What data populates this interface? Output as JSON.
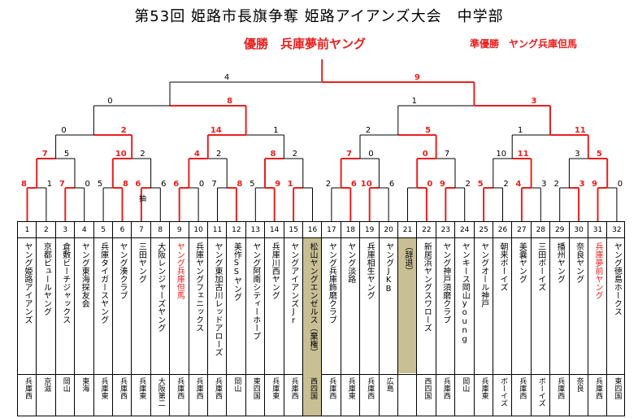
{
  "title": "第53回 姫路市長旗争奪 姫路アイアンズ大会　中学部",
  "champion": "優勝　兵庫夢前ヤング",
  "runnerup": "準優勝　ヤング兵庫但馬",
  "forfeit_label": "抽",
  "colors": {
    "winner_line": "#e8201f",
    "loser_line": "#000000",
    "withdrawn_bg": "#c9bf95"
  },
  "teams": [
    {
      "no": "1",
      "name": "ヤング姫路アイアンズ",
      "pref": "兵庫西"
    },
    {
      "no": "2",
      "name": "京都ビュールヤング",
      "pref": "京滋"
    },
    {
      "no": "3",
      "name": "倉敷ビーチジャックス",
      "pref": "岡山"
    },
    {
      "no": "4",
      "name": "ヤング東海探友会",
      "pref": "東海"
    },
    {
      "no": "5",
      "name": "兵庫タイガースヤング",
      "pref": "兵庫東"
    },
    {
      "no": "6",
      "name": "ヤング湊クラブ",
      "pref": "兵庫西"
    },
    {
      "no": "7",
      "name": "三田ヤング",
      "pref": "兵庫東"
    },
    {
      "no": "8",
      "name": "大阪レンジャーズヤング",
      "pref": "大阪第二"
    },
    {
      "no": "9",
      "name": "ヤング兵庫但馬",
      "pref": "兵庫西"
    },
    {
      "no": "10",
      "name": "兵庫ヤングフェニックス",
      "pref": "兵庫西"
    },
    {
      "no": "11",
      "name": "ヤング東加古川レッドアローズ",
      "pref": "兵庫西"
    },
    {
      "no": "12",
      "name": "美作SSヤング",
      "pref": "岡山"
    },
    {
      "no": "13",
      "name": "ヤング阿南シティーホープ",
      "pref": "東四国"
    },
    {
      "no": "14",
      "name": "兵庫川西ヤング",
      "pref": "兵庫東"
    },
    {
      "no": "15",
      "name": "ヤングアイアンズJr",
      "pref": "兵庫西"
    },
    {
      "no": "16",
      "name": "松山ヤングエンゼルス（棄権）",
      "pref": "西四国"
    },
    {
      "no": "17",
      "name": "ヤング兵庫飾磨クラブ",
      "pref": "兵庫西"
    },
    {
      "no": "18",
      "name": "ヤング淡路",
      "pref": "兵庫東"
    },
    {
      "no": "19",
      "name": "兵庫相生ヤング",
      "pref": "兵庫西"
    },
    {
      "no": "20",
      "name": "ヤングJKB",
      "pref": "広島"
    },
    {
      "no": "21",
      "name": "（辞退）",
      "pref": ""
    },
    {
      "no": "22",
      "name": "新居浜ヤングスワローズ",
      "pref": "西四国"
    },
    {
      "no": "23",
      "name": "ヤング神戸須磨クラブ",
      "pref": "兵庫西"
    },
    {
      "no": "24",
      "name": "ヤンキース岡山young",
      "pref": "岡山"
    },
    {
      "no": "25",
      "name": "ヤングオール神戸",
      "pref": "兵庫東"
    },
    {
      "no": "26",
      "name": "朝来ボーイズ",
      "pref": "ボーイズ"
    },
    {
      "no": "27",
      "name": "美嚢ヤング",
      "pref": "兵庫西"
    },
    {
      "no": "28",
      "name": "三田ボーイズ",
      "pref": "ボーイズ"
    },
    {
      "no": "29",
      "name": "播州ヤング",
      "pref": "兵庫西"
    },
    {
      "no": "30",
      "name": "奈良ヤング",
      "pref": "奈良"
    },
    {
      "no": "31",
      "name": "兵庫夢前ヤング",
      "pref": "兵庫西"
    },
    {
      "no": "32",
      "name": "ヤング徳島ホークス",
      "pref": "東四国"
    }
  ],
  "scores": {
    "r1": [
      "8",
      "1",
      "7",
      "0",
      "5",
      "8",
      "6",
      "6",
      "6",
      "0",
      "7",
      "8",
      "5",
      "9",
      "1",
      "",
      "2",
      "6",
      "10",
      "6",
      "",
      "0",
      "9",
      "2",
      "5",
      "2",
      "4",
      "3",
      "2",
      "3",
      "9",
      "0"
    ],
    "r2": [
      "7",
      "5",
      "10",
      "2",
      "4",
      "2",
      "8",
      "2",
      "7",
      "0",
      "0",
      "7",
      "10",
      "11",
      "3",
      "5"
    ],
    "r3": [
      "0",
      "2",
      "14",
      "1",
      "2",
      "5",
      "1",
      "11"
    ],
    "r4": [
      "0",
      "8",
      "1",
      "3"
    ],
    "r5": [
      "4",
      "9"
    ]
  }
}
